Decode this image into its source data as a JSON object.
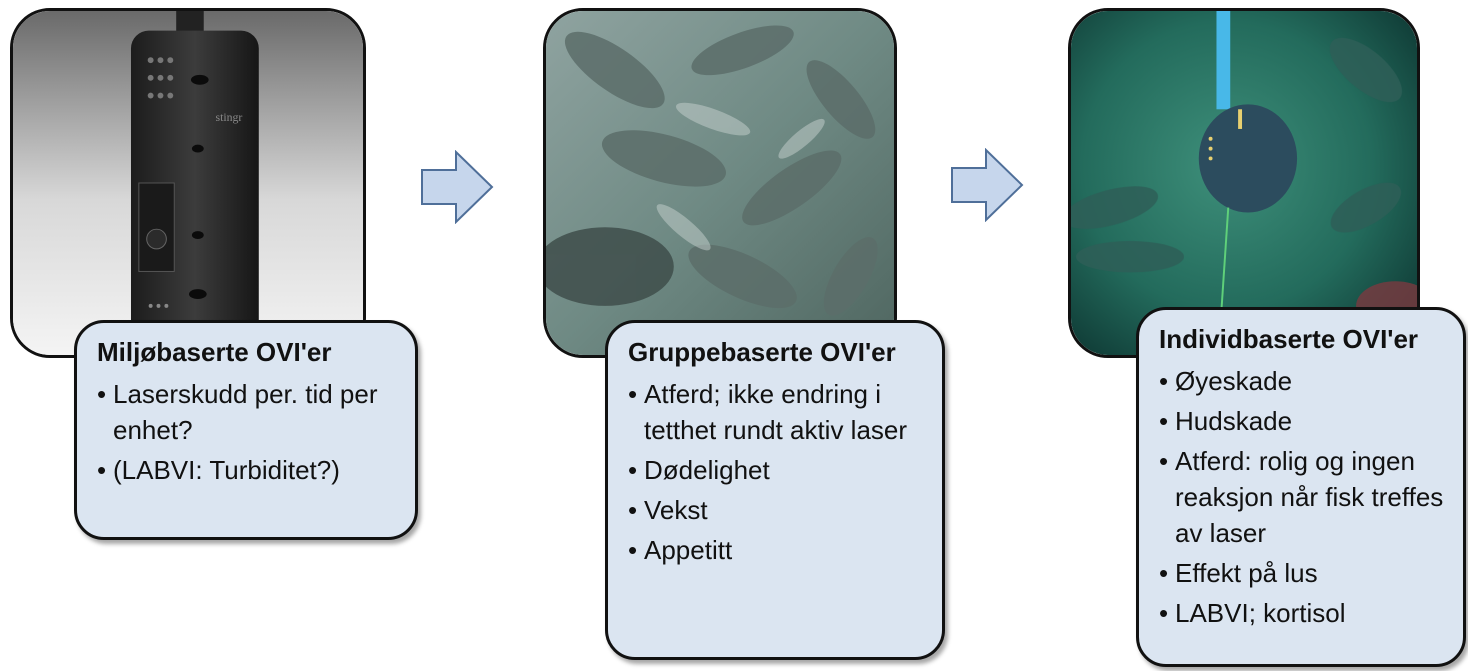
{
  "boxes": [
    {
      "title": "Miljøbaserte OVI'er",
      "items": [
        "Laserskudd per. tid per enhet?",
        "(LABVI: Turbiditet?)"
      ]
    },
    {
      "title": "Gruppebaserte OVI'er",
      "items": [
        "Atferd; ikke endring i tetthet rundt aktiv laser",
        "Dødelighet",
        "Vekst",
        "Appetitt"
      ]
    },
    {
      "title": "Individbaserte OVI'er",
      "items": [
        "Øyeskade",
        "Hudskade",
        "Atferd: rolig og ingen reaksjon når fisk treffes av laser",
        "Effekt på lus",
        "LABVI; kortisol"
      ]
    }
  ],
  "photos": {
    "device_brand": "stingr"
  },
  "colors": {
    "box_fill": "#dbe5f1",
    "arrow_fill": "#c6d6ec",
    "border": "#111111"
  }
}
